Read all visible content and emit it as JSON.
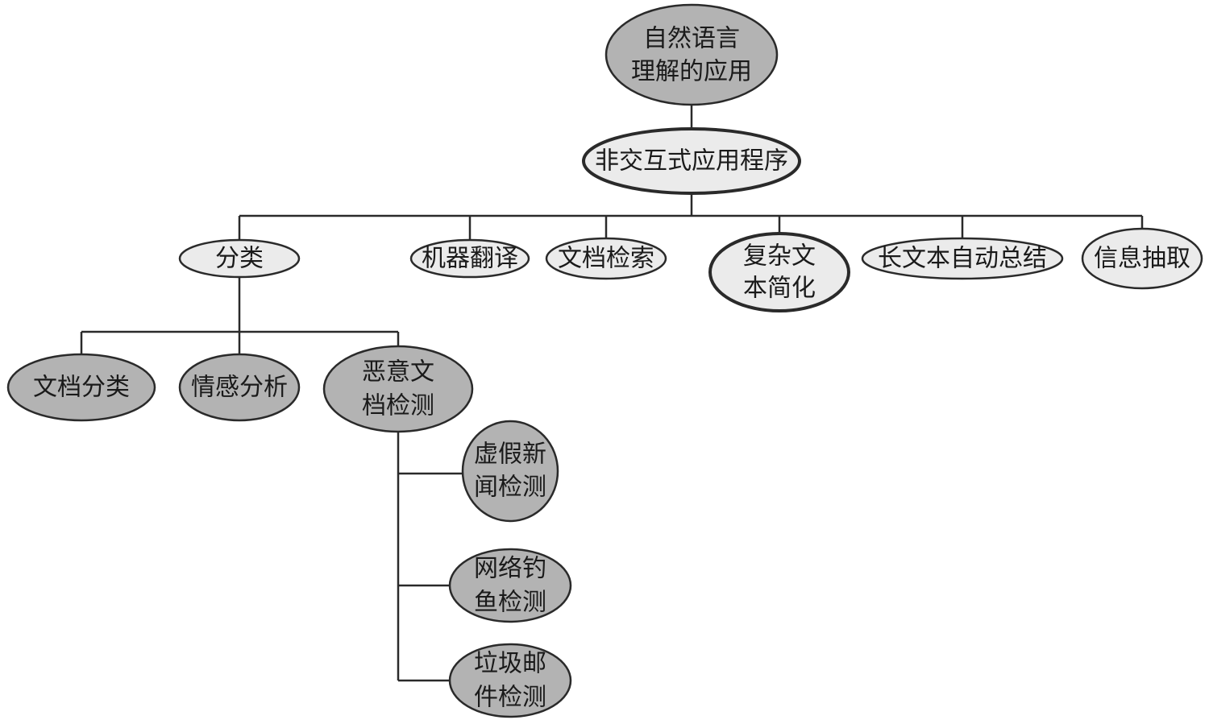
{
  "diagram": {
    "root": {
      "lines": [
        "自然语言",
        "理解的应用"
      ]
    },
    "level1": {
      "label": "非交互式应用程序"
    },
    "categories": {
      "classification": {
        "label": "分类"
      },
      "machine_translation": {
        "label": "机器翻译"
      },
      "document_retrieval": {
        "label": "文档检索"
      },
      "text_simplification": {
        "lines": [
          "复杂文",
          "本简化"
        ]
      },
      "summarization": {
        "label": "长文本自动总结"
      },
      "information_extraction": {
        "label": "信息抽取"
      }
    },
    "classification_children": {
      "document_classification": {
        "label": "文档分类"
      },
      "sentiment_analysis": {
        "label": "情感分析"
      },
      "malicious_document_detection": {
        "lines": [
          "恶意文",
          "档检测"
        ]
      }
    },
    "malicious_children": {
      "fake_news_detection": {
        "lines": [
          "虚假新",
          "闻检测"
        ]
      },
      "phishing_detection": {
        "lines": [
          "网络钓",
          "鱼检测"
        ]
      },
      "spam_detection": {
        "lines": [
          "垃圾邮",
          "件检测"
        ]
      }
    }
  },
  "colors": {
    "dark_fill": "#b3b3b3",
    "light_fill": "#ebebeb",
    "stroke": "#2a2a2a"
  }
}
